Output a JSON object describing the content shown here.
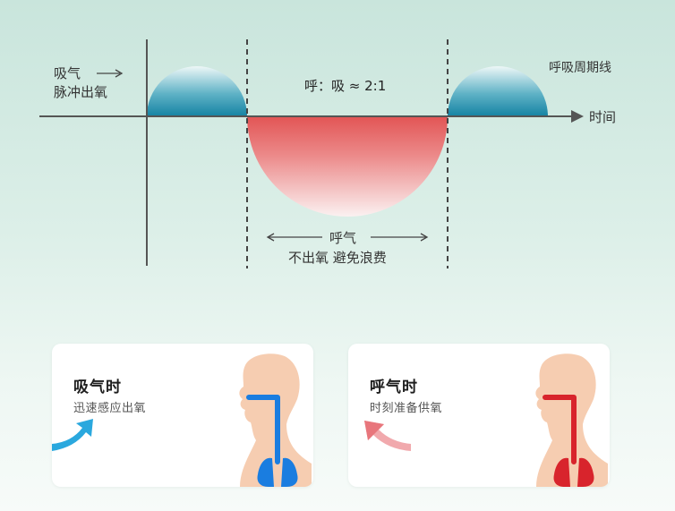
{
  "diagram": {
    "inhale_label_line1": "吸气",
    "inhale_label_line2": "脉冲出氧",
    "ratio_label": "呼：吸 ≈ 2:1",
    "cycle_label": "呼吸周期线",
    "time_label": "时间",
    "exhale_label": "呼气",
    "exhale_sub": "不出氧 避免浪费"
  },
  "cards": [
    {
      "title": "吸气时",
      "subtitle": "迅速感应出氧",
      "accent": "#1a7de0"
    },
    {
      "title": "呼气时",
      "subtitle": "时刻准备供氧",
      "accent": "#d8242c"
    }
  ],
  "colors": {
    "inhale_wave": "#1b8aa8",
    "exhale_wave": "#e05858",
    "axis": "#555555",
    "skin": "#f6cdb1"
  }
}
